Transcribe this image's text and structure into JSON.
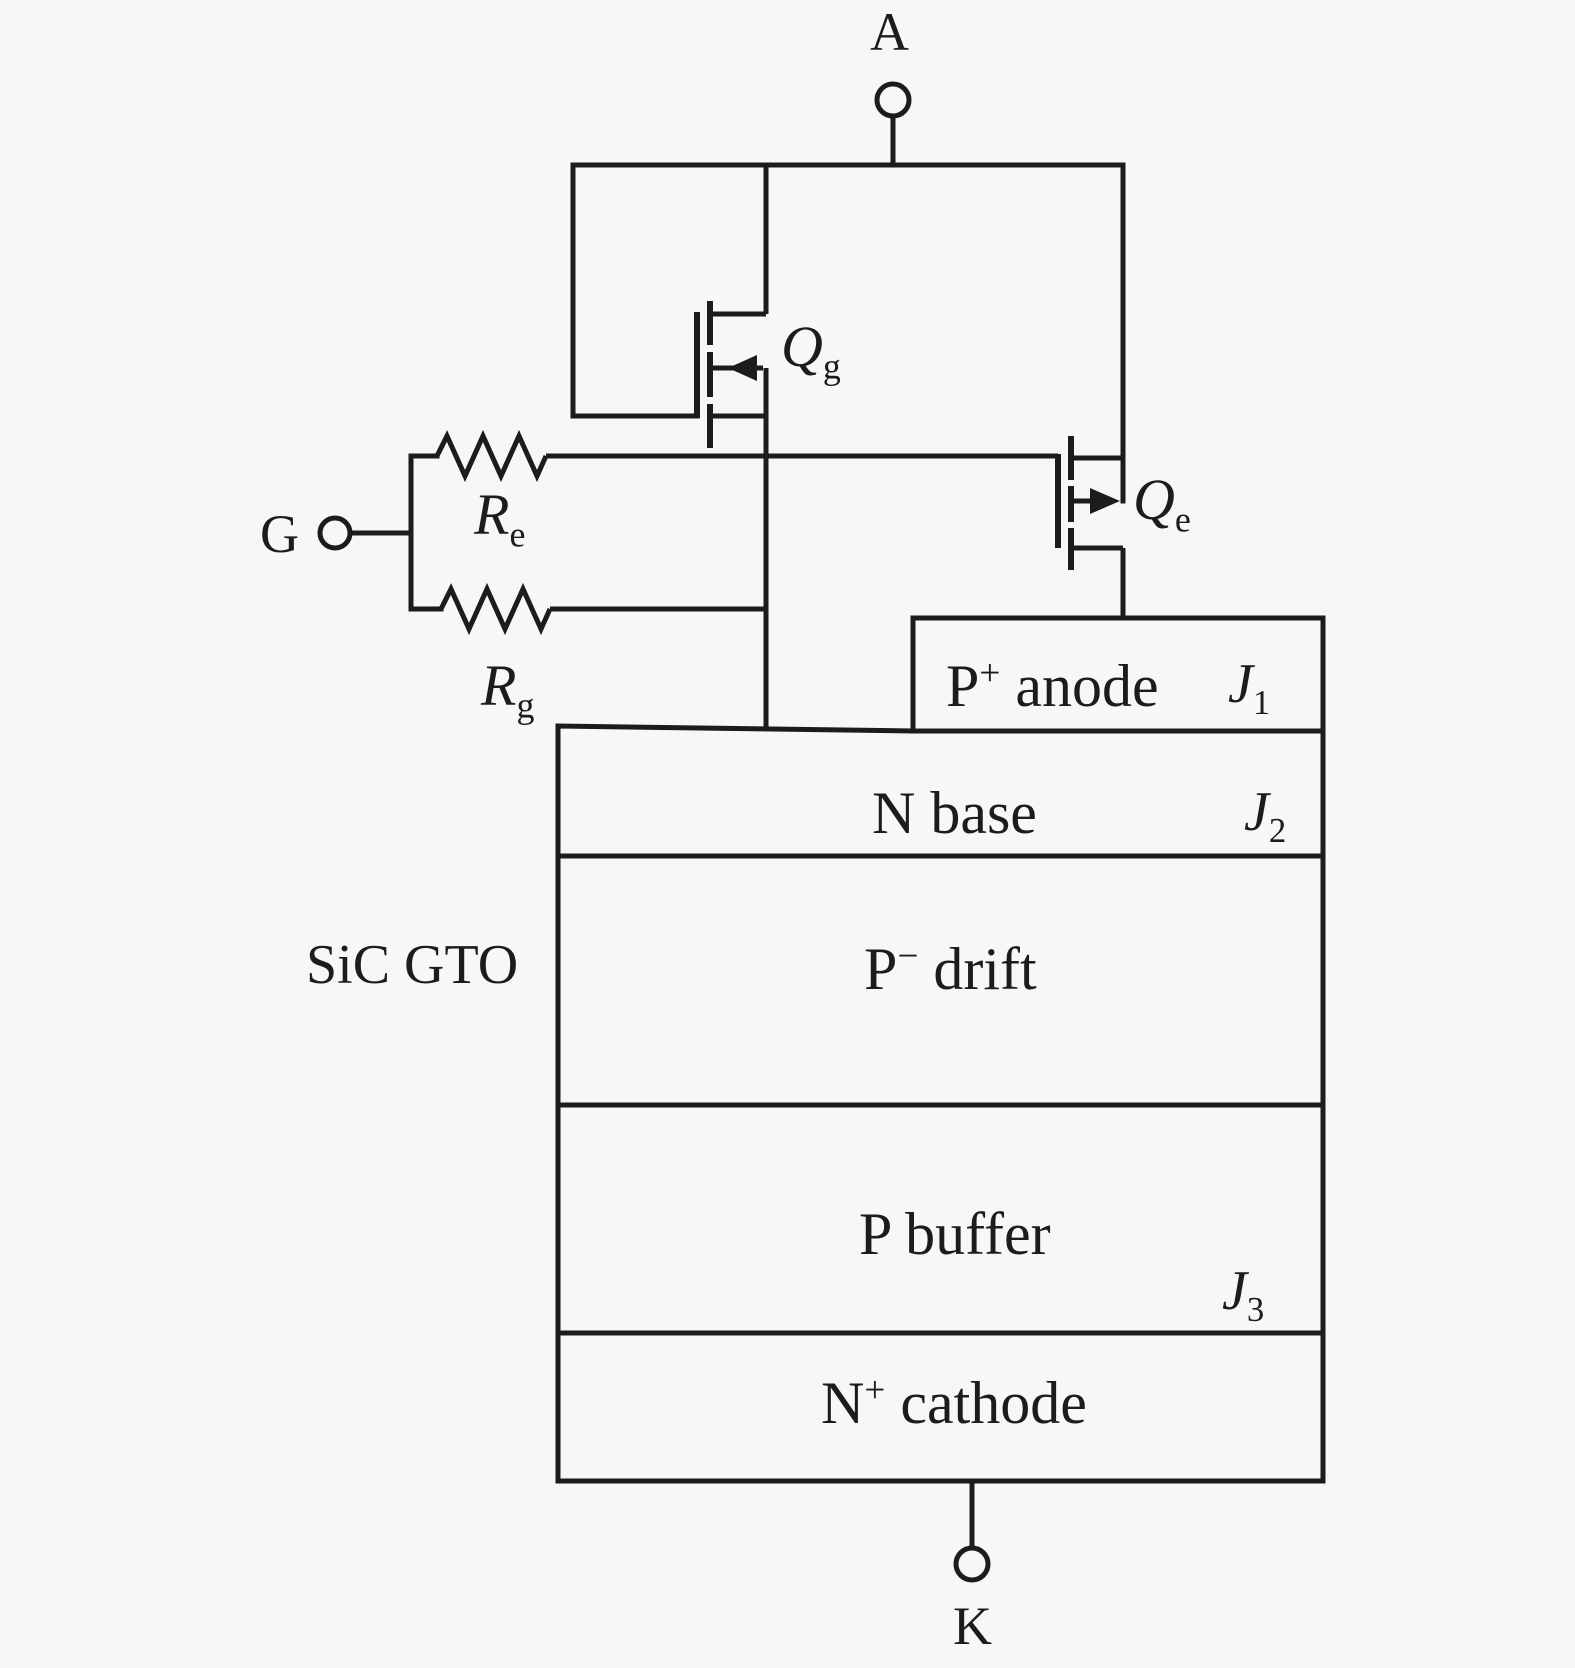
{
  "figure": {
    "background_color": "#f7f7f7",
    "line_color": "#1c1c1c"
  },
  "terminals": {
    "anode": {
      "label": "A"
    },
    "gate": {
      "label": "G"
    },
    "cathode": {
      "label": "K"
    }
  },
  "mosfets": {
    "qg": {
      "base": "Q",
      "sub": "g"
    },
    "qe": {
      "base": "Q",
      "sub": "e"
    }
  },
  "resistors": {
    "re": {
      "base": "R",
      "sub": "e"
    },
    "rg": {
      "base": "R",
      "sub": "g"
    }
  },
  "device": {
    "label": "SiC GTO"
  },
  "layers": {
    "p_anode": {
      "base": "P",
      "sup": "+",
      "rest": " anode"
    },
    "n_base": {
      "text": "N base"
    },
    "p_drift": {
      "base": "P",
      "sup": "−",
      "rest": " drift"
    },
    "p_buffer": {
      "text": "P buffer"
    },
    "n_cathode": {
      "base": "N",
      "sup": "+",
      "rest": " cathode"
    }
  },
  "junctions": {
    "j1": {
      "base": "J",
      "sub": "1"
    },
    "j2": {
      "base": "J",
      "sub": "2"
    },
    "j3": {
      "base": "J",
      "sub": "3"
    }
  }
}
